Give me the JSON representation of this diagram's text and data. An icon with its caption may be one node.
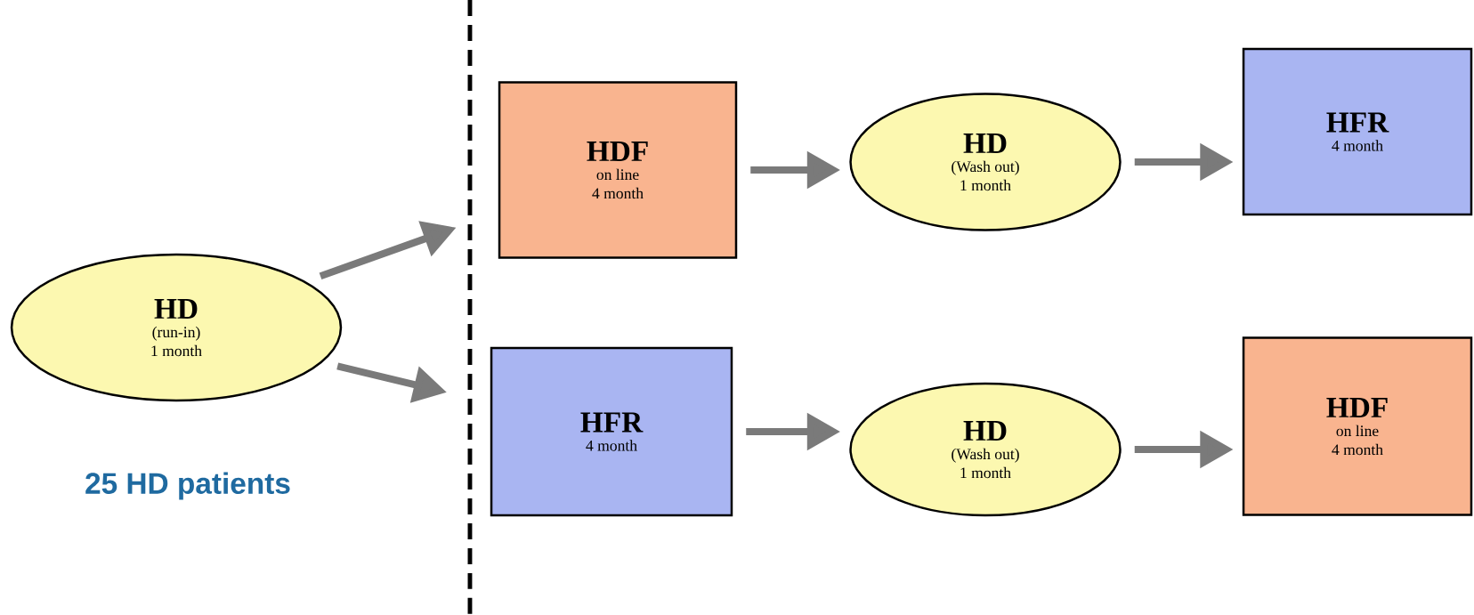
{
  "diagram": {
    "nodes": [
      {
        "text": [
          "HD",
          "(run-in)",
          "1 month"
        ]
      },
      {
        "text": [
          "HDF",
          "on line",
          "4 month"
        ]
      },
      {
        "text": [
          "HD",
          "(Wash out)",
          "1 month"
        ]
      },
      {
        "text": [
          "HFR",
          "4 month"
        ]
      },
      {
        "text": [
          "HFR",
          "4 month"
        ]
      },
      {
        "text": [
          "HD",
          "(Wash out)",
          "1 month"
        ]
      },
      {
        "text": [
          "HDF",
          "on line",
          "4 month"
        ]
      }
    ],
    "edges": [
      {
        "from": 0,
        "to": 1,
        "arrow": "to"
      },
      {
        "from": 0,
        "to": 4,
        "arrow": "to"
      },
      {
        "from": 1,
        "to": 2,
        "arrow": "to"
      },
      {
        "from": 2,
        "to": 3,
        "arrow": "to"
      },
      {
        "from": 4,
        "to": 5,
        "arrow": "to"
      },
      {
        "from": 5,
        "to": 6,
        "arrow": "to"
      }
    ],
    "labels": [
      "25 HD patients"
    ]
  }
}
